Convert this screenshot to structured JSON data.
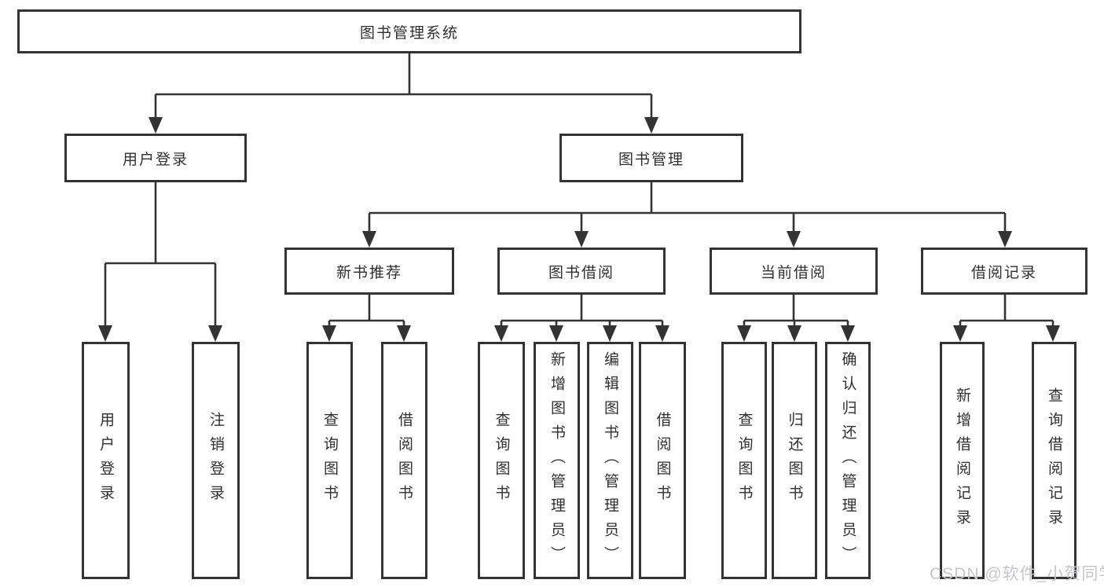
{
  "tree": {
    "root": "图书管理系统",
    "user_login": {
      "label": "用户登录",
      "children": {
        "login": "用户登录",
        "logout": "注销登录"
      }
    },
    "book_mgmt": {
      "label": "图书管理",
      "children": {
        "new_book_rec": {
          "label": "新书推荐",
          "children": {
            "query": "查询图书",
            "borrow": "借阅图书"
          }
        },
        "book_borrow": {
          "label": "图书借阅",
          "children": {
            "query": "查询图书",
            "add": "新增图书（管理员）",
            "edit": "编辑图书（管理员）",
            "borrow": "借阅图书"
          }
        },
        "current_borrow": {
          "label": "当前借阅",
          "children": {
            "query": "查询图书",
            "return": "归还图书",
            "confirm": "确认归还（管理员）"
          }
        },
        "borrow_record": {
          "label": "借阅记录",
          "children": {
            "add": "新增借阅记录",
            "query": "查询借阅记录"
          }
        }
      }
    }
  },
  "watermark": "CSDN @软件_小贺同学",
  "colors": {
    "line": "#333333",
    "text": "#2f2f2f",
    "watermark": "#c6c6cb",
    "background": "#ffffff"
  }
}
